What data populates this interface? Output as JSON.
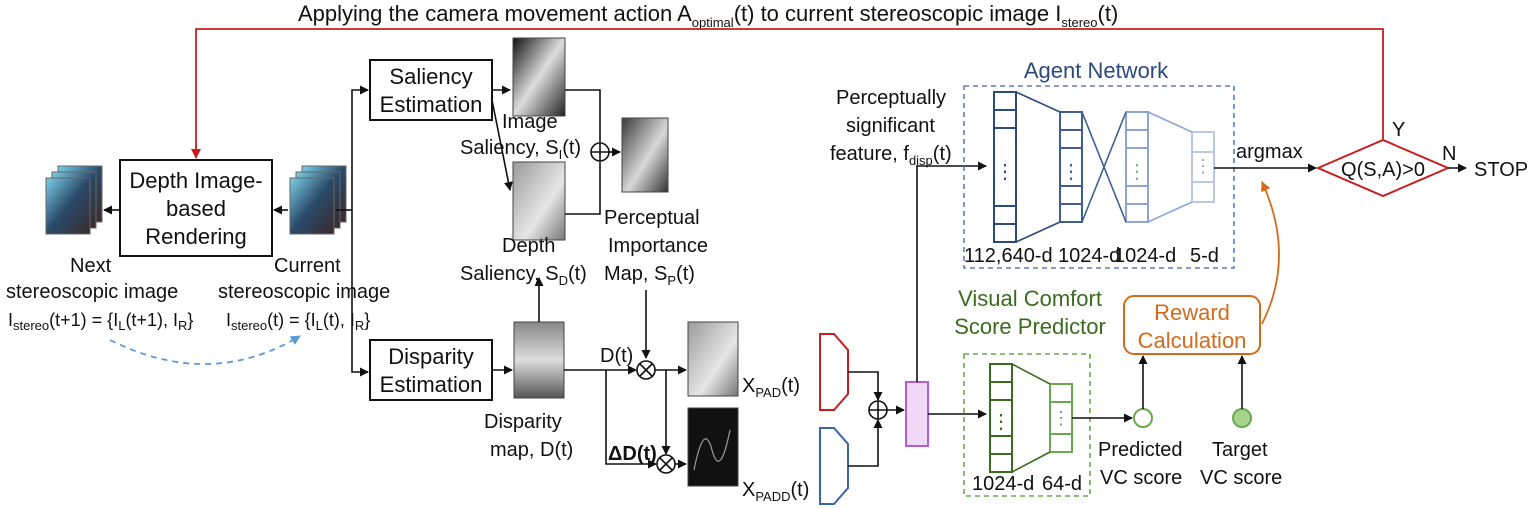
{
  "top_loop": {
    "prefix": "Applying the camera movement action A",
    "sub1": "optimal",
    "mid": "(t) to current stereoscopic image I",
    "sub2": "stereo",
    "suffix": "(t)"
  },
  "dibr": {
    "line1": "Depth Image-",
    "line2": "based",
    "line3": "Rendering"
  },
  "next_image": {
    "line1": "Next",
    "line2": "stereoscopic image",
    "eq_main": "I",
    "eq_sub": "stereo",
    "eq_rest": "(t+1) = {I",
    "eq_sub2": "L",
    "eq_rest2": "(t+1), I",
    "eq_sub3": "R",
    "eq_end": "}"
  },
  "current_image": {
    "line1": "Current",
    "line2": "stereoscopic image",
    "eq_main": "I",
    "eq_sub": "stereo",
    "eq_rest": "(t) = {I",
    "eq_sub2": "L",
    "eq_rest2": "(t), I",
    "eq_sub3": "R",
    "eq_end": "}"
  },
  "saliency_est": {
    "line1": "Saliency",
    "line2": "Estimation"
  },
  "disparity_est": {
    "line1": "Disparity",
    "line2": "Estimation"
  },
  "image_saliency": {
    "line1": "Image",
    "line2": "Saliency, S",
    "sub": "I",
    "end": "(t)"
  },
  "depth_saliency": {
    "line1": "Depth",
    "line2": "Saliency, S",
    "sub": "D",
    "end": "(t)"
  },
  "perceptual_map": {
    "line1": "Perceptual",
    "line2": "Importance",
    "line3": "Map, S",
    "sub": "P",
    "end": "(t)"
  },
  "disparity_map": {
    "line1": "Disparity",
    "line2": "map, D(t)"
  },
  "d_label": "D(t)",
  "delta_d_label": "ΔD(t)",
  "x_pad": {
    "main": "X",
    "sub": "PAD",
    "end": "(t)"
  },
  "x_padd": {
    "main": "X",
    "sub": "PADD",
    "end": "(t)"
  },
  "perceptual_feature": {
    "line1": "Perceptually",
    "line2": "significant",
    "line3": "feature, f",
    "sub": "disp",
    "end": "(t)"
  },
  "agent_network": {
    "title": "Agent Network",
    "layers": [
      "112,640-d",
      "1024-d",
      "1024-d",
      "5-d"
    ],
    "dots": "⋮"
  },
  "argmax": "argmax",
  "decision": {
    "text": "Q(S,A)>0",
    "yes": "Y",
    "no": "N",
    "stop": "STOP"
  },
  "vc_predictor": {
    "title1": "Visual Comfort",
    "title2": "Score Predictor",
    "layers": [
      "1024-d",
      "64-d"
    ]
  },
  "reward": {
    "line1": "Reward",
    "line2": "Calculation"
  },
  "predicted": {
    "line1": "Predicted",
    "line2": "VC score"
  },
  "target": {
    "line1": "Target",
    "line2": "VC score"
  },
  "colors": {
    "agent": "#2d4a7c",
    "agent_light": "#8ea5d3",
    "vc": "#3a6b1f",
    "reward": "#d46a1c",
    "loop": "#c81e1e",
    "pad_block": "#c81e1e",
    "padd_block": "#3a64a8",
    "concat": "#b45bd6"
  }
}
